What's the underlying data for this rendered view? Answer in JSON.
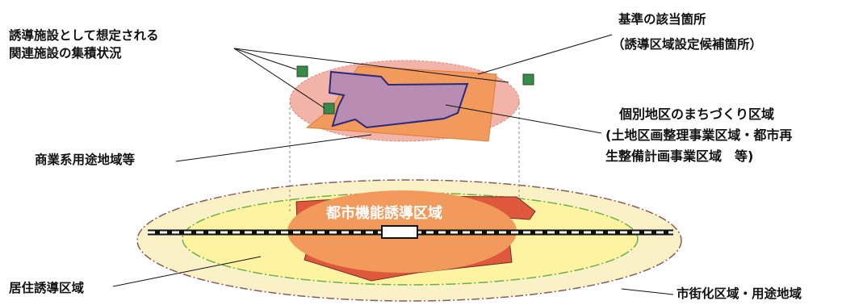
{
  "labels": {
    "facilities_line1": "誘導施設として想定される",
    "facilities_line2": "関連施設の集積状況",
    "target_line1": "基準の該当箇所",
    "target_line2": "（誘導区域設定候補箇所）",
    "district_line1": "個別地区のまちづくり区域",
    "district_line2": "(土地区画整理事業区域・都市再",
    "district_line3": "生整備計画事業区域　等)",
    "commercial": "商業系用途地域等",
    "urban_function": "都市機能誘導区域",
    "residential": "居住誘導区域",
    "urbanization": "市街化区域・用途地域"
  },
  "colors": {
    "outer_fill": "#fbf1c6",
    "inner_fill": "#fdf3a0",
    "orange": "#f19a5c",
    "red": "#e0583c",
    "purple": "#b98cb2",
    "pink_ellipse": "#f2b4a8",
    "marker": "#3a8a4a",
    "line_green": "#6ab04c",
    "line_brown": "#8a5a5a"
  }
}
